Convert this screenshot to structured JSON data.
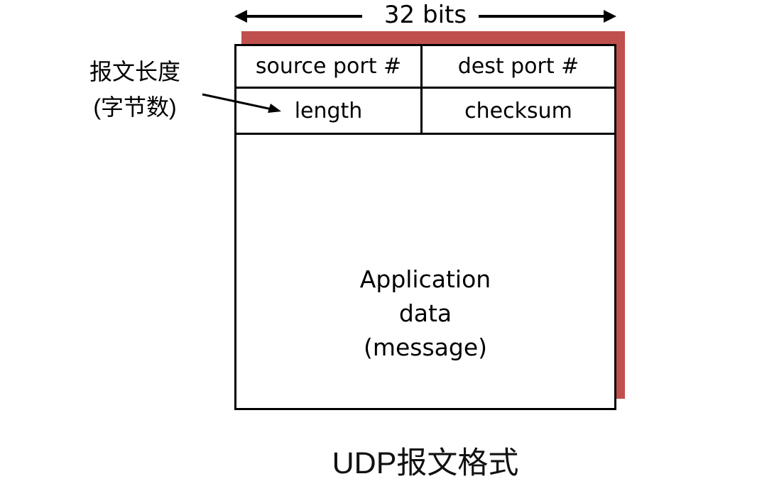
{
  "colors": {
    "shadow": "#C0504D",
    "line": "#000000",
    "background": "#FFFFFF"
  },
  "width_indicator": {
    "label": "32 bits"
  },
  "segment_table": {
    "header_rows": [
      {
        "left": "source port #",
        "right": "dest port #"
      },
      {
        "left": "length",
        "right": "checksum"
      }
    ],
    "data_area": {
      "lines": [
        "Application",
        "data",
        "(message)"
      ]
    }
  },
  "annotation": {
    "lines": [
      "报文长度",
      "(字节数)"
    ]
  },
  "caption": "UDP报文格式"
}
